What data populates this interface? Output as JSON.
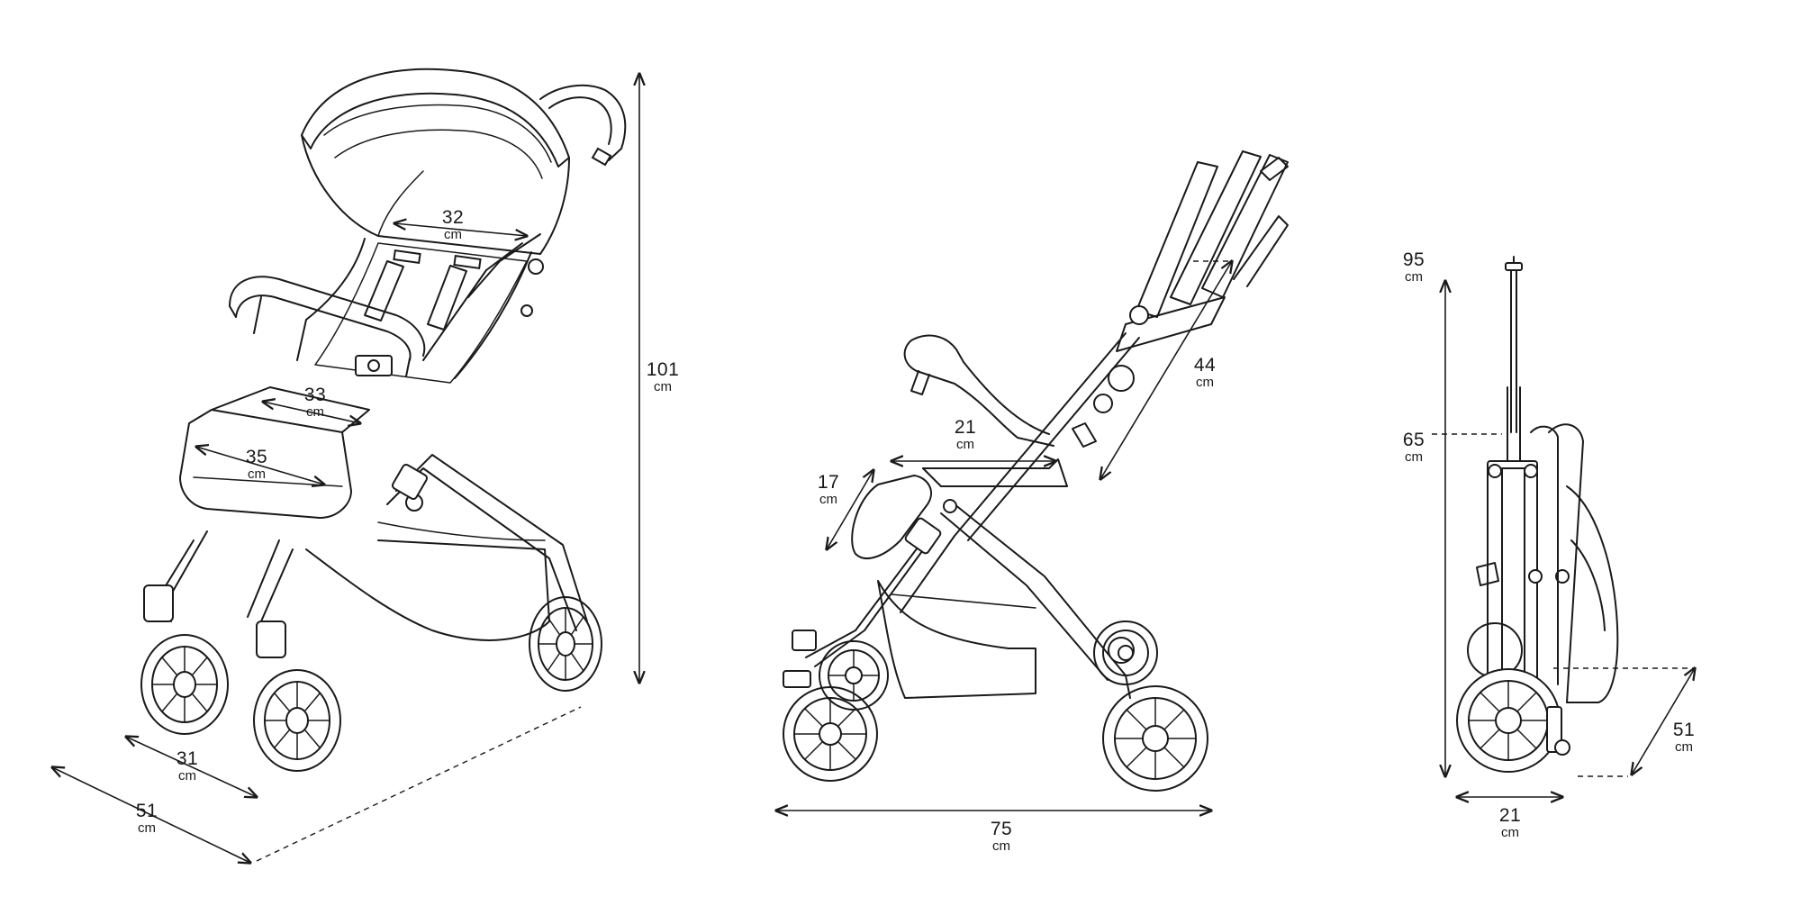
{
  "dimensions": {
    "front_seat_width": {
      "value": "32",
      "unit": "cm"
    },
    "front_seat_depth": {
      "value": "33",
      "unit": "cm"
    },
    "front_footrest_width": {
      "value": "35",
      "unit": "cm"
    },
    "front_height": {
      "value": "101",
      "unit": "cm"
    },
    "front_wheelbase_width": {
      "value": "31",
      "unit": "cm"
    },
    "front_total_width": {
      "value": "51",
      "unit": "cm"
    },
    "side_backrest": {
      "value": "44",
      "unit": "cm"
    },
    "side_seat": {
      "value": "21",
      "unit": "cm"
    },
    "side_legrest": {
      "value": "17",
      "unit": "cm"
    },
    "side_length": {
      "value": "75",
      "unit": "cm"
    },
    "folded_height_extended": {
      "value": "95",
      "unit": "cm"
    },
    "folded_height": {
      "value": "65",
      "unit": "cm"
    },
    "folded_depth": {
      "value": "51",
      "unit": "cm"
    },
    "folded_width": {
      "value": "21",
      "unit": "cm"
    }
  },
  "colors": {
    "line": "#1a1a1a",
    "background": "#ffffff"
  }
}
